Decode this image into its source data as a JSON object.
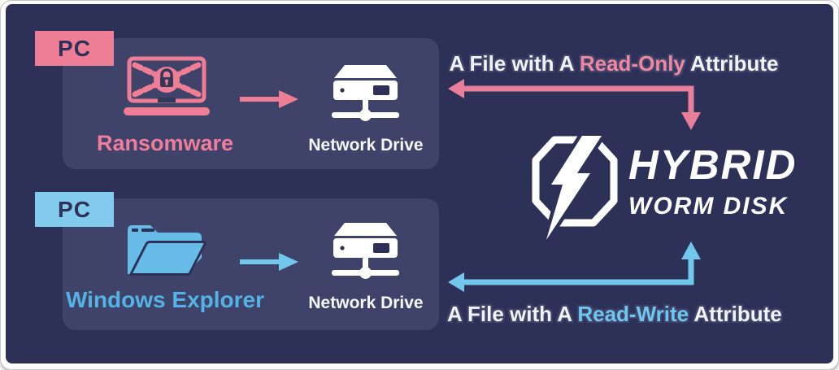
{
  "diagram_title_context": "Hybrid Worm Disk ransomware protection diagram",
  "colors": {
    "background": "#2e3157",
    "panel": "#3f4369",
    "pink_accent": "#ee7e95",
    "pink_text": "#ee7e9b",
    "blue_accent": "#82cbec",
    "blue_icon": "#66bce6",
    "blue_text": "#54b3e4",
    "white": "#ffffff"
  },
  "top_flow": {
    "badge_label": "PC",
    "source_icon": "ransomware-laptop",
    "source_label": "Ransomware",
    "target_icon": "network-drive",
    "target_label": "Network Drive"
  },
  "bottom_flow": {
    "badge_label": "PC",
    "source_icon": "windows-explorer-folder",
    "source_label": "Windows Explorer",
    "target_icon": "network-drive",
    "target_label": "Network Drive"
  },
  "annotations": {
    "read_only": {
      "prefix": "A File with A ",
      "highlight": "Read-Only",
      "suffix": " Attribute"
    },
    "read_write": {
      "prefix": "A File with A ",
      "highlight": "Read-Write",
      "suffix": " Attribute"
    }
  },
  "logo": {
    "title": "HYBRID",
    "subtitle": "WORM DISK",
    "icon": "hexagon-lightning-bolt"
  }
}
